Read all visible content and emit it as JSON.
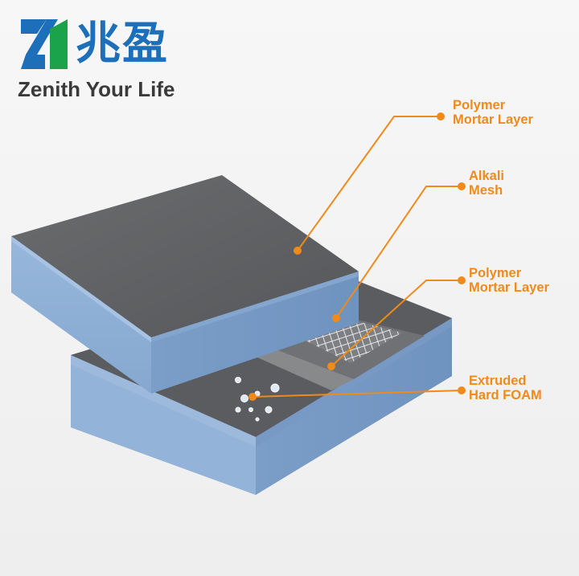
{
  "brand": {
    "chinese_name": "兆盈",
    "tagline": "Zenith Your Life"
  },
  "labels": [
    {
      "line1": "Polymer",
      "line2": "Mortar Layer"
    },
    {
      "line1": "Alkali",
      "line2": "Mesh"
    },
    {
      "line1": "Polymer",
      "line2": "Mortar Layer"
    },
    {
      "line1": "Extruded",
      "line2": "Hard FOAM"
    }
  ],
  "colors": {
    "accent": "#ef8a1b",
    "brand_blue": "#1c6fb8",
    "brand_green": "#1aa34a",
    "foam_blue": "#8fb0d6",
    "mortar_gray": "#5e6062"
  }
}
